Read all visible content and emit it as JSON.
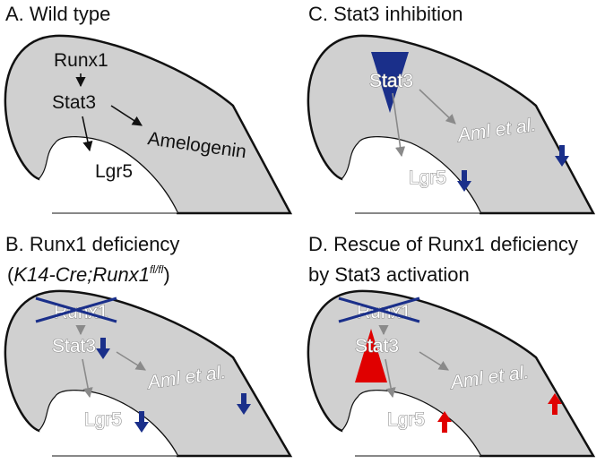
{
  "panels": {
    "a": {
      "title": "A. Wild type",
      "runx1": "Runx1",
      "stat3": "Stat3",
      "amelogenin": "Amelogenin",
      "lgr5": "Lgr5"
    },
    "b": {
      "title": "B. Runx1 deficiency",
      "subtitle_open": "(",
      "subtitle_main": "K14-Cre;Runx1",
      "subtitle_sup": "fl/fl",
      "subtitle_close": ")",
      "runx1": "Runx1",
      "stat3": "Stat3",
      "aml": "Aml et al.",
      "lgr5": "Lgr5"
    },
    "c": {
      "title": "C. Stat3 inhibition",
      "stat3": "Stat3",
      "aml": "Aml et al.",
      "lgr5": "Lgr5"
    },
    "d": {
      "title_line1": "D. Rescue of Runx1 deficiency",
      "title_line2": "by Stat3 activation",
      "runx1": "Runx1",
      "stat3": "Stat3",
      "aml": "Aml et al.",
      "lgr5": "Lgr5"
    }
  },
  "colors": {
    "tissue_fill": "#d0d0d0",
    "outline": "#111111",
    "down_arrow": "#1a2f8a",
    "up_arrow": "#e00000",
    "gray_arrow": "#8a8a8a",
    "cross": "#1a2f8a"
  },
  "icons": [
    "down-arrow-icon",
    "up-arrow-icon",
    "cross-icon",
    "inhibition-triangle-icon",
    "activation-triangle-icon"
  ]
}
